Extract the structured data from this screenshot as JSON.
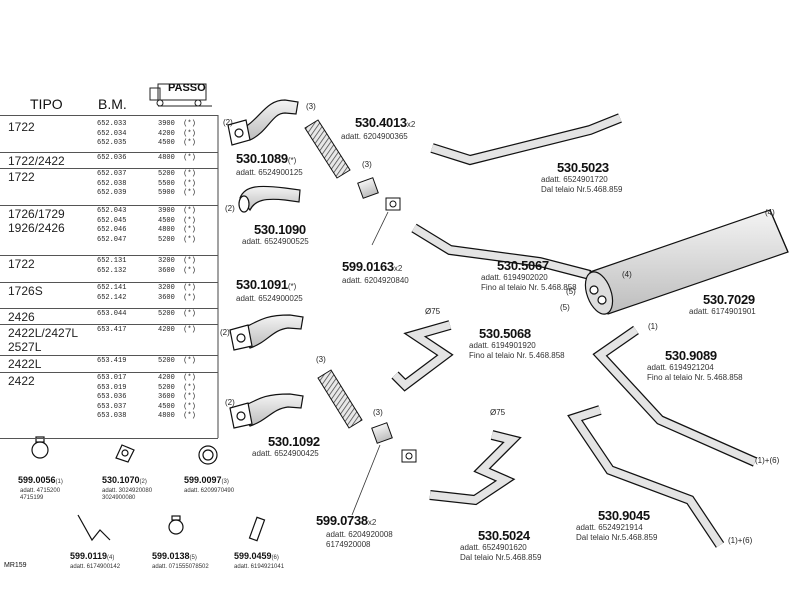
{
  "table": {
    "headers": {
      "tipo": "TIPO",
      "bm": "B.M.",
      "passo": "PASSO"
    },
    "rows": [
      {
        "tipo": "1722",
        "bm": "652.033\n652.034\n652.035",
        "wb": "3900  (*)\n4200  (*)\n4500  (*)"
      },
      {
        "tipo": "1722/2422",
        "bm": "652.036",
        "wb": "4800  (*)"
      },
      {
        "tipo": "1722",
        "bm": "652.037\n652.038\n652.039",
        "wb": "5200  (*)\n5500  (*)\n5900  (*)"
      },
      {
        "tipo": "1726/1729\n1926/2426",
        "bm": "652.043\n652.045\n652.046\n652.047",
        "wb": "3900  (*)\n4500  (*)\n4800  (*)\n5200  (*)"
      },
      {
        "tipo": "1722",
        "bm": "652.131\n652.132",
        "wb": "3200  (*)\n3600  (*)"
      },
      {
        "tipo": "1726S",
        "bm": "652.141\n652.142",
        "wb": "3200  (*)\n3600  (*)"
      },
      {
        "tipo": "2426",
        "bm": "653.044",
        "wb": "5200  (*)"
      },
      {
        "tipo": "2422L/2427L\n2527L",
        "bm": "653.417",
        "wb": "4200  (*)"
      },
      {
        "tipo": "2422L",
        "bm": "653.419",
        "wb": "5200  (*)"
      },
      {
        "tipo": "2422",
        "bm": "653.017\n653.019\n653.036\n653.037\n653.038",
        "wb": "4200  (*)\n5200  (*)\n3600  (*)\n4500  (*)\n4800  (*)"
      }
    ]
  },
  "parts": {
    "p1089": {
      "code": "530.1089",
      "suffix": "(*)",
      "note": "adatt. 6524900125"
    },
    "p1090": {
      "code": "530.1090",
      "note": "adatt. 6524900525"
    },
    "p1091": {
      "code": "530.1091",
      "suffix": "(*)",
      "note": "adatt. 6524900025"
    },
    "p1092": {
      "code": "530.1092",
      "note": "adatt. 6524900425"
    },
    "p4013": {
      "code": "530.4013",
      "suffix": "x2",
      "note": "adatt. 6204900365"
    },
    "p0163": {
      "code": "599.0163",
      "suffix": "x2",
      "note": "adatt. 6204920840"
    },
    "p0738": {
      "code": "599.0738",
      "suffix": "x2",
      "note": "adatt. 6204920008\n6174920008"
    },
    "p5023": {
      "code": "530.5023",
      "note": "adatt. 6524901720\nDal telaio Nr.5.468.859"
    },
    "p5067": {
      "code": "530.5067",
      "note": "adatt. 6194902020\nFino al telaio Nr. 5.468.858"
    },
    "p5068": {
      "code": "530.5068",
      "note": "adatt. 6194901920\nFino al telaio Nr. 5.468.858"
    },
    "p5024": {
      "code": "530.5024",
      "note": "adatt. 6524901620\nDal telaio Nr.5.468.859"
    },
    "p7029": {
      "code": "530.7029",
      "note": "adatt. 6174901901"
    },
    "p9089": {
      "code": "530.9089",
      "note": "adatt. 6194921204\nFino al telaio Nr. 5.468.858"
    },
    "p9045": {
      "code": "530.9045",
      "note": "adatt. 6524921914\nDal telaio Nr.5.468.859"
    }
  },
  "accessories": {
    "a0056": {
      "code": "599.0056",
      "suffix": "(1)",
      "note": "adatt. 4715200\n4715199"
    },
    "a1070": {
      "code": "530.1070",
      "suffix": "(2)",
      "note": "adatt. 3024920080\n3024900080"
    },
    "a0097": {
      "code": "599.0097",
      "suffix": "(3)",
      "note": "adatt. 6209970490"
    },
    "a0119": {
      "code": "599.0119",
      "suffix": "(4)",
      "note": "adatt. 6174900142"
    },
    "a0138": {
      "code": "599.0138",
      "suffix": "(5)",
      "note": "adatt. 071555078502"
    },
    "a0459": {
      "code": "599.0459",
      "suffix": "(6)",
      "note": "adatt. 6194921041"
    }
  },
  "callouts": {
    "c2": "(2)",
    "c3": "(3)",
    "c4": "(4)",
    "c5": "(5)",
    "c1": "(1)",
    "c16": "(1)+(6)",
    "d75": "Ø75"
  },
  "footer": {
    "code": "MR159"
  }
}
